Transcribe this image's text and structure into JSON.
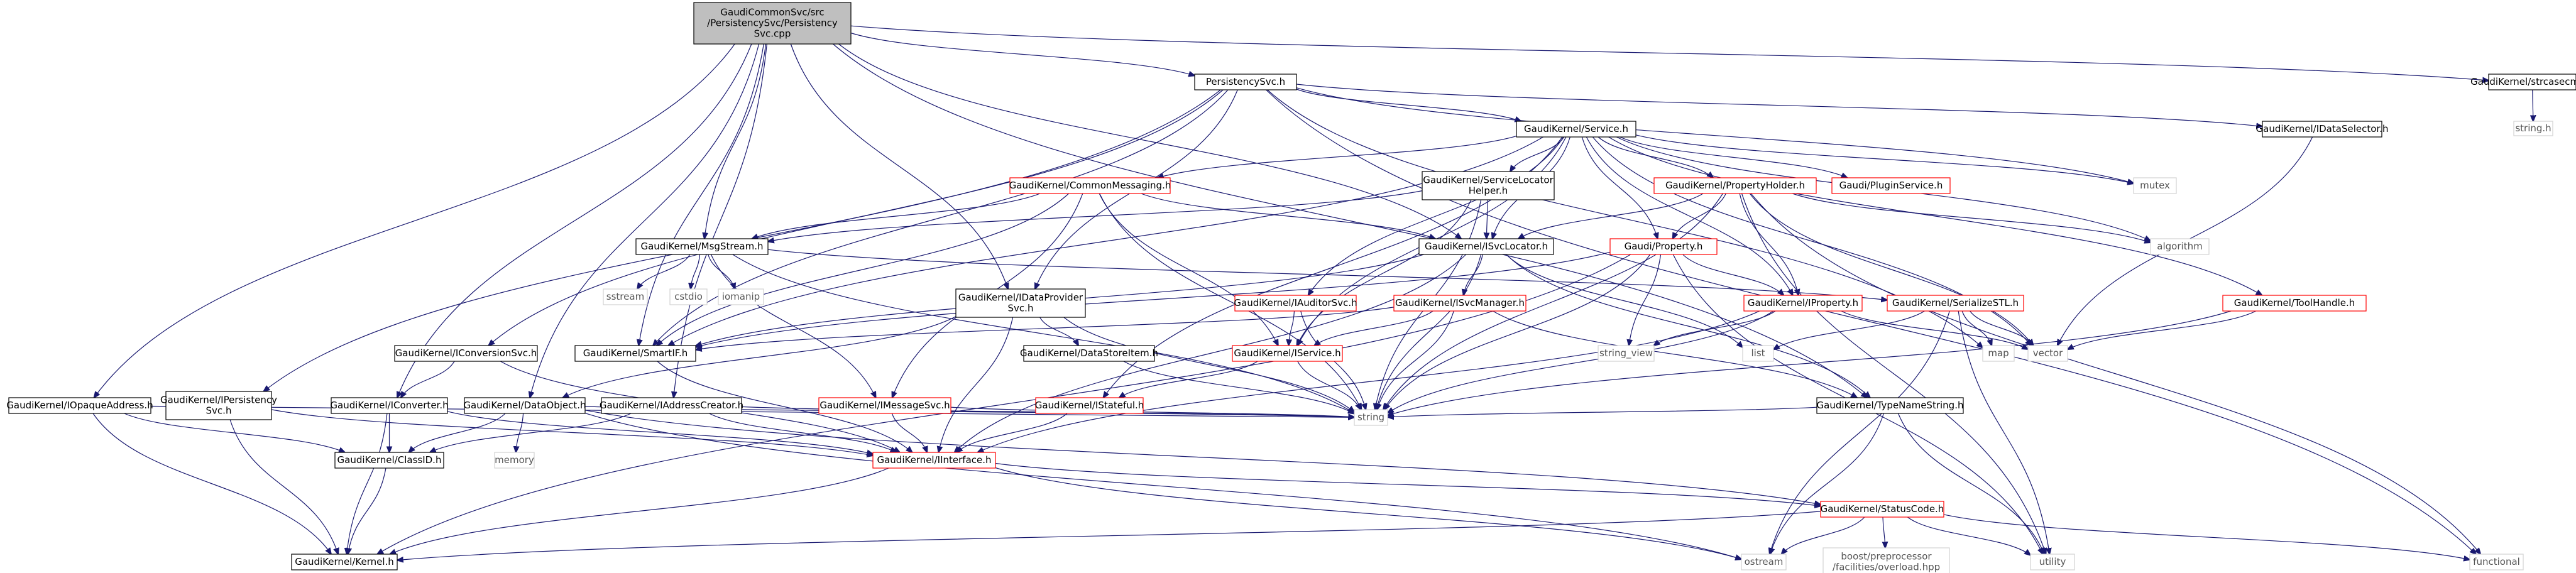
{
  "colors": {
    "edge": "#191970",
    "root_fill": "#bfbfbf",
    "root_border": "#000000",
    "doc_border": "#000000",
    "red_border": "#ff0000",
    "system_border": "#d3d3d3",
    "text": "#000000",
    "system_text": "#555555"
  },
  "nodes": {
    "root": {
      "lines": [
        "GaudiCommonSvc/src",
        "/PersistencySvc/Persistency",
        "Svc.cpp"
      ],
      "kind": "root"
    },
    "persistencySvc": {
      "lines": [
        "PersistencySvc.h"
      ],
      "kind": "doc"
    },
    "strcasecmp": {
      "lines": [
        "GaudiKernel/strcasecmp.h"
      ],
      "kind": "doc"
    },
    "stringH": {
      "lines": [
        "string.h"
      ],
      "kind": "system"
    },
    "service": {
      "lines": [
        "GaudiKernel/Service.h"
      ],
      "kind": "doc"
    },
    "iDataSelector": {
      "lines": [
        "GaudiKernel/IDataSelector.h"
      ],
      "kind": "doc"
    },
    "commonMessaging": {
      "lines": [
        "GaudiKernel/CommonMessaging.h"
      ],
      "kind": "red"
    },
    "serviceLocatorHelper": {
      "lines": [
        "GaudiKernel/ServiceLocator",
        "Helper.h"
      ],
      "kind": "doc"
    },
    "propertyHolder": {
      "lines": [
        "GaudiKernel/PropertyHolder.h"
      ],
      "kind": "red"
    },
    "pluginService": {
      "lines": [
        "Gaudi/PluginService.h"
      ],
      "kind": "red"
    },
    "mutex": {
      "lines": [
        "mutex"
      ],
      "kind": "system"
    },
    "algorithm": {
      "lines": [
        "algorithm"
      ],
      "kind": "system"
    },
    "msgStream": {
      "lines": [
        "GaudiKernel/MsgStream.h"
      ],
      "kind": "doc"
    },
    "iSvcLocator": {
      "lines": [
        "GaudiKernel/ISvcLocator.h"
      ],
      "kind": "doc"
    },
    "property": {
      "lines": [
        "Gaudi/Property.h"
      ],
      "kind": "red"
    },
    "toolHandle": {
      "lines": [
        "GaudiKernel/ToolHandle.h"
      ],
      "kind": "red"
    },
    "sstream": {
      "lines": [
        "sstream"
      ],
      "kind": "system"
    },
    "cstdio": {
      "lines": [
        "cstdio"
      ],
      "kind": "system"
    },
    "iomanip": {
      "lines": [
        "iomanip"
      ],
      "kind": "system"
    },
    "iDataProviderSvc": {
      "lines": [
        "GaudiKernel/IDataProvider",
        "Svc.h"
      ],
      "kind": "doc"
    },
    "iAuditorSvc": {
      "lines": [
        "GaudiKernel/IAuditorSvc.h"
      ],
      "kind": "red"
    },
    "iSvcManager": {
      "lines": [
        "GaudiKernel/ISvcManager.h"
      ],
      "kind": "red"
    },
    "iProperty": {
      "lines": [
        "GaudiKernel/IProperty.h"
      ],
      "kind": "red"
    },
    "serializeSTL": {
      "lines": [
        "GaudiKernel/SerializeSTL.h"
      ],
      "kind": "red"
    },
    "iConversionSvc": {
      "lines": [
        "GaudiKernel/IConversionSvc.h"
      ],
      "kind": "doc"
    },
    "smartIF": {
      "lines": [
        "GaudiKernel/SmartIF.h"
      ],
      "kind": "doc"
    },
    "dataStoreItem": {
      "lines": [
        "GaudiKernel/DataStoreItem.h"
      ],
      "kind": "doc"
    },
    "iService": {
      "lines": [
        "GaudiKernel/IService.h"
      ],
      "kind": "red"
    },
    "stringView": {
      "lines": [
        "string_view"
      ],
      "kind": "system"
    },
    "list": {
      "lines": [
        "list"
      ],
      "kind": "system"
    },
    "map": {
      "lines": [
        "map"
      ],
      "kind": "system"
    },
    "vector": {
      "lines": [
        "vector"
      ],
      "kind": "system"
    },
    "iOpaqueAddress": {
      "lines": [
        "GaudiKernel/IOpaqueAddress.h"
      ],
      "kind": "doc"
    },
    "iPersistencySvc": {
      "lines": [
        "GaudiKernel/IPersistency",
        "Svc.h"
      ],
      "kind": "doc"
    },
    "iConverter": {
      "lines": [
        "GaudiKernel/IConverter.h"
      ],
      "kind": "doc"
    },
    "dataObject": {
      "lines": [
        "GaudiKernel/DataObject.h"
      ],
      "kind": "doc"
    },
    "iAddressCreator": {
      "lines": [
        "GaudiKernel/IAddressCreator.h"
      ],
      "kind": "doc"
    },
    "iMessageSvc": {
      "lines": [
        "GaudiKernel/IMessageSvc.h"
      ],
      "kind": "red"
    },
    "iStateful": {
      "lines": [
        "GaudiKernel/IStateful.h"
      ],
      "kind": "red"
    },
    "typeNameString": {
      "lines": [
        "GaudiKernel/TypeNameString.h"
      ],
      "kind": "doc"
    },
    "string": {
      "lines": [
        "string"
      ],
      "kind": "system"
    },
    "memory": {
      "lines": [
        "memory"
      ],
      "kind": "system"
    },
    "classID": {
      "lines": [
        "GaudiKernel/ClassID.h"
      ],
      "kind": "doc"
    },
    "iInterface": {
      "lines": [
        "GaudiKernel/IInterface.h"
      ],
      "kind": "red"
    },
    "statusCode": {
      "lines": [
        "GaudiKernel/StatusCode.h"
      ],
      "kind": "red"
    },
    "kernel": {
      "lines": [
        "GaudiKernel/Kernel.h"
      ],
      "kind": "doc"
    },
    "ostream": {
      "lines": [
        "ostream"
      ],
      "kind": "system"
    },
    "boostOverload": {
      "lines": [
        "boost/preprocessor",
        "/facilities/overload.hpp"
      ],
      "kind": "system"
    },
    "utility": {
      "lines": [
        "utility"
      ],
      "kind": "system"
    },
    "functional": {
      "lines": [
        "functional"
      ],
      "kind": "system"
    }
  },
  "edges": [
    [
      "root",
      "persistencySvc"
    ],
    [
      "root",
      "strcasecmp"
    ],
    [
      "root",
      "msgStream"
    ],
    [
      "root",
      "iSvcLocator"
    ],
    [
      "root",
      "iDataProviderSvc"
    ],
    [
      "root",
      "smartIF"
    ],
    [
      "root",
      "iOpaqueAddress"
    ],
    [
      "root",
      "iConverter"
    ],
    [
      "root",
      "dataObject"
    ],
    [
      "root",
      "typeNameString"
    ],
    [
      "root",
      "iAddressCreator"
    ],
    [
      "strcasecmp",
      "stringH"
    ],
    [
      "persistencySvc",
      "service"
    ],
    [
      "persistencySvc",
      "iDataSelector"
    ],
    [
      "persistencySvc",
      "iConversionSvc"
    ],
    [
      "persistencySvc",
      "iPersistencySvc"
    ],
    [
      "persistencySvc",
      "iDataProviderSvc"
    ],
    [
      "persistencySvc",
      "map"
    ],
    [
      "persistencySvc",
      "mutex"
    ],
    [
      "persistencySvc",
      "functional"
    ],
    [
      "persistencySvc",
      "smartIF"
    ],
    [
      "service",
      "commonMessaging"
    ],
    [
      "service",
      "serviceLocatorHelper"
    ],
    [
      "service",
      "propertyHolder"
    ],
    [
      "service",
      "pluginService"
    ],
    [
      "service",
      "mutex"
    ],
    [
      "service",
      "algorithm"
    ],
    [
      "service",
      "property"
    ],
    [
      "service",
      "iSvcLocator"
    ],
    [
      "service",
      "toolHandle"
    ],
    [
      "service",
      "iAuditorSvc"
    ],
    [
      "service",
      "iProperty"
    ],
    [
      "service",
      "iService"
    ],
    [
      "service",
      "iStateful"
    ],
    [
      "service",
      "vector"
    ],
    [
      "service",
      "smartIF"
    ],
    [
      "iDataSelector",
      "vector"
    ],
    [
      "commonMessaging",
      "msgStream"
    ],
    [
      "commonMessaging",
      "iSvcLocator"
    ],
    [
      "commonMessaging",
      "iService"
    ],
    [
      "commonMessaging",
      "iMessageSvc"
    ],
    [
      "commonMessaging",
      "smartIF"
    ],
    [
      "commonMessaging",
      "string"
    ],
    [
      "serviceLocatorHelper",
      "iSvcLocator"
    ],
    [
      "serviceLocatorHelper",
      "msgStream"
    ],
    [
      "serviceLocatorHelper",
      "iService"
    ],
    [
      "serviceLocatorHelper",
      "string"
    ],
    [
      "propertyHolder",
      "property"
    ],
    [
      "propertyHolder",
      "iProperty"
    ],
    [
      "propertyHolder",
      "algorithm"
    ],
    [
      "propertyHolder",
      "functional"
    ],
    [
      "propertyHolder",
      "vector"
    ],
    [
      "propertyHolder",
      "iSvcLocator"
    ],
    [
      "propertyHolder",
      "string"
    ],
    [
      "propertyHolder",
      "utility"
    ],
    [
      "msgStream",
      "iMessageSvc"
    ],
    [
      "msgStream",
      "sstream"
    ],
    [
      "msgStream",
      "cstdio"
    ],
    [
      "msgStream",
      "iomanip"
    ],
    [
      "msgStream",
      "string"
    ],
    [
      "msgStream",
      "serializeSTL"
    ],
    [
      "iSvcLocator",
      "iSvcManager"
    ],
    [
      "iSvcLocator",
      "iInterface"
    ],
    [
      "iSvcLocator",
      "smartIF"
    ],
    [
      "iSvcLocator",
      "typeNameString"
    ],
    [
      "iSvcLocator",
      "list"
    ],
    [
      "iSvcLocator",
      "string"
    ],
    [
      "property",
      "iProperty"
    ],
    [
      "property",
      "string"
    ],
    [
      "property",
      "stringView"
    ],
    [
      "property",
      "utility"
    ],
    [
      "property",
      "smartIF"
    ],
    [
      "property",
      "kernel"
    ],
    [
      "toolHandle",
      "vector"
    ],
    [
      "toolHandle",
      "string"
    ],
    [
      "iDataProviderSvc",
      "dataStoreItem"
    ],
    [
      "iDataProviderSvc",
      "iInterface"
    ],
    [
      "iDataProviderSvc",
      "string"
    ],
    [
      "iDataProviderSvc",
      "dataObject"
    ],
    [
      "iAuditorSvc",
      "iService"
    ],
    [
      "iAuditorSvc",
      "string"
    ],
    [
      "iSvcManager",
      "iService"
    ],
    [
      "iSvcManager",
      "typeNameString"
    ],
    [
      "iSvcManager",
      "smartIF"
    ],
    [
      "iSvcManager",
      "string"
    ],
    [
      "iProperty",
      "iInterface"
    ],
    [
      "iProperty",
      "stringView"
    ],
    [
      "iProperty",
      "string"
    ],
    [
      "iProperty",
      "vector"
    ],
    [
      "serializeSTL",
      "list"
    ],
    [
      "serializeSTL",
      "map"
    ],
    [
      "serializeSTL",
      "vector"
    ],
    [
      "serializeSTL",
      "utility"
    ],
    [
      "serializeSTL",
      "ostream"
    ],
    [
      "iConversionSvc",
      "iConverter"
    ],
    [
      "iConversionSvc",
      "iInterface"
    ],
    [
      "smartIF",
      "iInterface"
    ],
    [
      "dataStoreItem",
      "string"
    ],
    [
      "iService",
      "iStateful"
    ],
    [
      "iService",
      "string"
    ],
    [
      "iStateful",
      "iInterface"
    ],
    [
      "iOpaqueAddress",
      "kernel"
    ],
    [
      "iOpaqueAddress",
      "string"
    ],
    [
      "iOpaqueAddress",
      "classID"
    ],
    [
      "iPersistencySvc",
      "kernel"
    ],
    [
      "iPersistencySvc",
      "iInterface"
    ],
    [
      "iConverter",
      "classID"
    ],
    [
      "iConverter",
      "iInterface"
    ],
    [
      "iConverter",
      "kernel"
    ],
    [
      "dataObject",
      "classID"
    ],
    [
      "dataObject",
      "statusCode"
    ],
    [
      "dataObject",
      "memory"
    ],
    [
      "dataObject",
      "string"
    ],
    [
      "dataObject",
      "ostream"
    ],
    [
      "iAddressCreator",
      "classID"
    ],
    [
      "iAddressCreator",
      "iInterface"
    ],
    [
      "iAddressCreator",
      "string"
    ],
    [
      "iMessageSvc",
      "iInterface"
    ],
    [
      "iMessageSvc",
      "string"
    ],
    [
      "typeNameString",
      "string"
    ],
    [
      "typeNameString",
      "ostream"
    ],
    [
      "typeNameString",
      "utility"
    ],
    [
      "classID",
      "kernel"
    ],
    [
      "iInterface",
      "statusCode"
    ],
    [
      "iInterface",
      "kernel"
    ],
    [
      "iInterface",
      "ostream"
    ],
    [
      "statusCode",
      "boostOverload"
    ],
    [
      "statusCode",
      "ostream"
    ],
    [
      "statusCode",
      "utility"
    ],
    [
      "statusCode",
      "functional"
    ],
    [
      "statusCode",
      "kernel"
    ]
  ]
}
